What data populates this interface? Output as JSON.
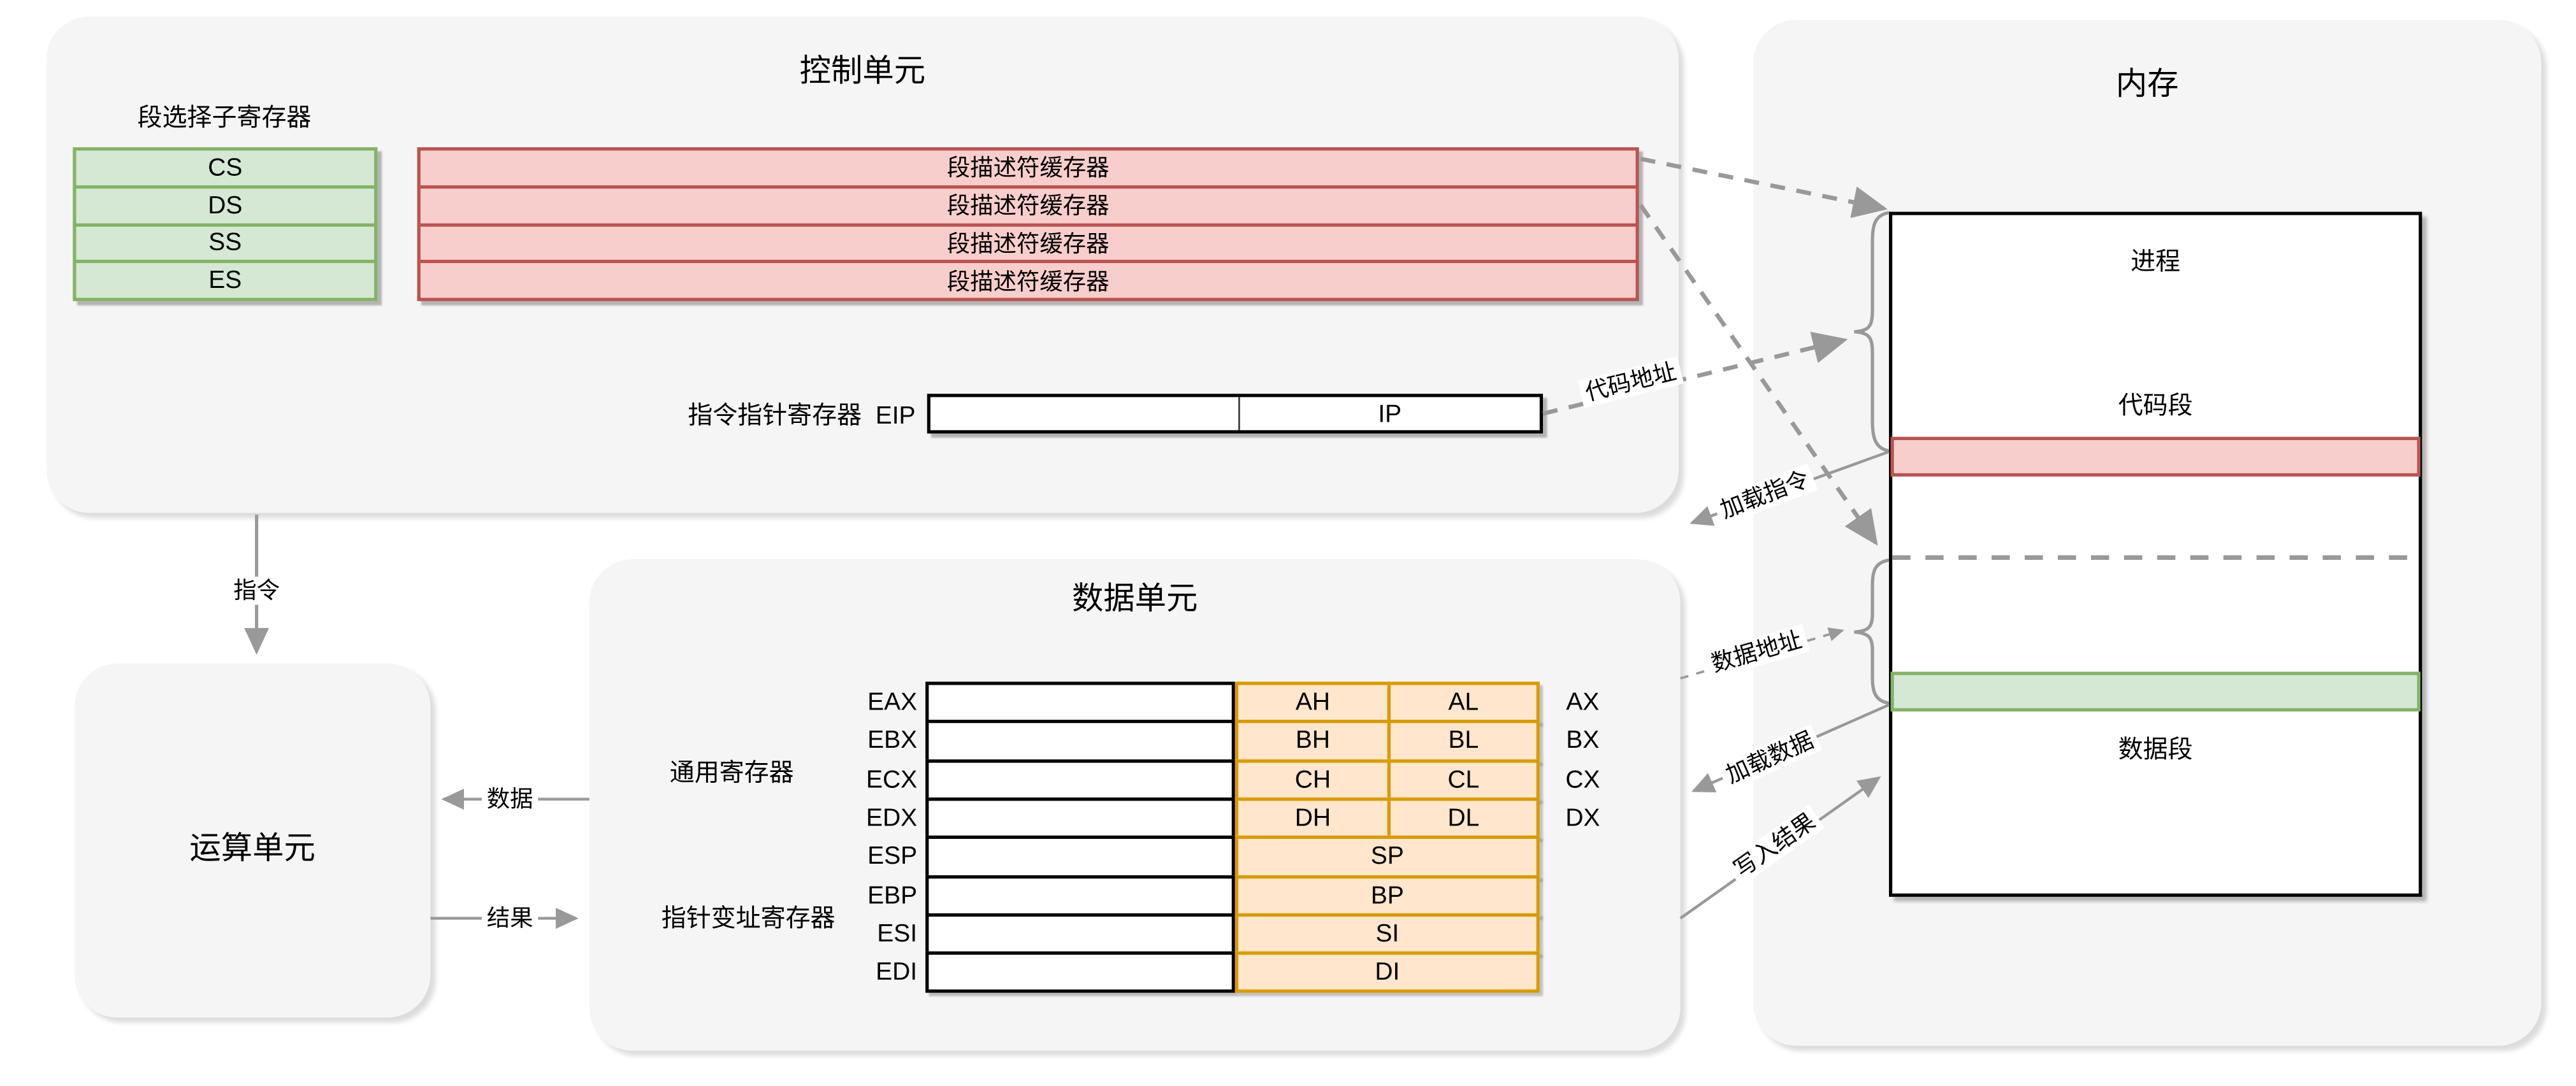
{
  "control_unit": {
    "title": "控制单元",
    "selector_label": "段选择子寄存器",
    "selectors": [
      "CS",
      "DS",
      "SS",
      "ES"
    ],
    "descriptor_rows": [
      "段描述符缓存器",
      "段描述符缓存器",
      "段描述符缓存器",
      "段描述符缓存器"
    ],
    "eip_label": "指令指针寄存器  EIP",
    "ip_label": "IP"
  },
  "alu": {
    "title": "运算单元"
  },
  "data_unit": {
    "title": "数据单元",
    "general_label": "通用寄存器",
    "pointer_label": "指针变址寄存器",
    "gp": [
      {
        "name": "EAX",
        "high": "AH",
        "low": "AL",
        "x16": "AX"
      },
      {
        "name": "EBX",
        "high": "BH",
        "low": "BL",
        "x16": "BX"
      },
      {
        "name": "ECX",
        "high": "CH",
        "low": "CL",
        "x16": "CX"
      },
      {
        "name": "EDX",
        "high": "DH",
        "low": "DL",
        "x16": "DX"
      }
    ],
    "pi": [
      {
        "name": "ESP",
        "x16": "SP"
      },
      {
        "name": "EBP",
        "x16": "BP"
      },
      {
        "name": "ESI",
        "x16": "SI"
      },
      {
        "name": "EDI",
        "x16": "DI"
      }
    ]
  },
  "memory": {
    "title": "内存",
    "process_label": "进程",
    "code_label": "代码段",
    "data_label": "数据段"
  },
  "edges": {
    "instruction": "指令",
    "data": "数据",
    "result": "结果",
    "code_address": "代码地址",
    "load_instruction": "加载指令",
    "data_address": "数据地址",
    "load_data": "加载数据",
    "write_result": "写入结果"
  },
  "colors": {
    "panel_bg": "#f5f5f5",
    "green_fill": "#d5e8d4",
    "green_stroke": "#82b366",
    "red_fill": "#f8cecc",
    "red_stroke": "#b85450",
    "orange_fill": "#ffe6cc",
    "orange_stroke": "#d79b00",
    "line_gray": "#999999"
  }
}
